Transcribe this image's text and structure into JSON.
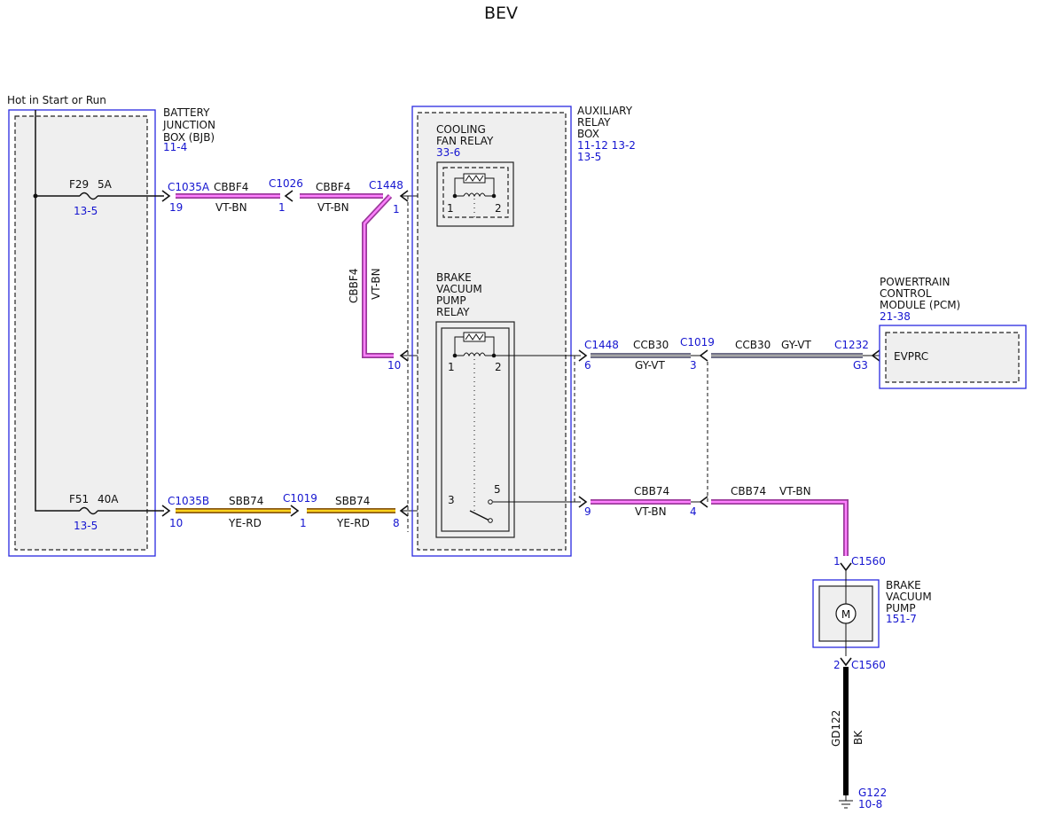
{
  "title": "BEV",
  "hot_label": "Hot in Start or Run",
  "modules": {
    "bjb": {
      "name_lines": [
        "BATTERY",
        "JUNCTION",
        "BOX (BJB)"
      ],
      "ref": "11-4"
    },
    "aux": {
      "name_lines": [
        "AUXILIARY",
        "RELAY",
        "BOX"
      ],
      "ref_line1": "11-12  13-2",
      "ref_line2": "13-5"
    },
    "pcm": {
      "name_lines": [
        "POWERTRAIN",
        "CONTROL",
        "MODULE (PCM)"
      ],
      "ref": "21-38",
      "pin_label": "EVPRC"
    },
    "pump": {
      "name_lines": [
        "BRAKE",
        "VACUUM",
        "PUMP"
      ],
      "ref": "151-7",
      "motor_symbol": "M"
    }
  },
  "relays": {
    "cooling": {
      "name_lines": [
        "COOLING",
        "FAN RELAY"
      ],
      "ref": "33-6",
      "pin1": "1",
      "pin2": "2"
    },
    "bvp": {
      "name_lines": [
        "BRAKE",
        "VACUUM",
        "PUMP",
        "RELAY"
      ],
      "pin1": "1",
      "pin2": "2",
      "pin3": "3",
      "pin5": "5"
    }
  },
  "fuses": {
    "f29": {
      "name": "F29",
      "rating": "5A",
      "ref": "13-5"
    },
    "f51": {
      "name": "F51",
      "rating": "40A",
      "ref": "13-5"
    }
  },
  "connectors": {
    "c1035a": {
      "name": "C1035A",
      "pin": "19"
    },
    "c1026": {
      "name": "C1026",
      "pin": "1"
    },
    "c1448_top": {
      "name": "C1448",
      "pin": "1"
    },
    "c1448_mid_pin": "10",
    "c1035b": {
      "name": "C1035B",
      "pin": "10"
    },
    "c1019_bot": {
      "name": "C1019",
      "pin": "1"
    },
    "c1448_bot_pin": "8",
    "c1448_right": {
      "name": "C1448",
      "pin": "6"
    },
    "c1448_right_bot_pin": "9",
    "c1019_right": {
      "name": "C1019",
      "pin": "3"
    },
    "c1019_right_bot_pin": "4",
    "c1232": {
      "name": "C1232",
      "pin": "G3"
    },
    "c1560_top": {
      "name": "C1560",
      "pin": "1"
    },
    "c1560_bot": {
      "name": "C1560",
      "pin": "2"
    },
    "g122": {
      "name": "G122",
      "ref": "10-8"
    }
  },
  "wires": {
    "w1": {
      "circuit": "CBBF4",
      "color": "VT-BN"
    },
    "w2": {
      "circuit": "CBBF4",
      "color": "VT-BN"
    },
    "w3": {
      "circuit": "CBBF4",
      "color": "VT-BN"
    },
    "w4": {
      "circuit": "SBB74",
      "color": "YE-RD"
    },
    "w5": {
      "circuit": "SBB74",
      "color": "YE-RD"
    },
    "w6": {
      "circuit": "CCB30",
      "color": "GY-VT"
    },
    "w7": {
      "circuit": "CCB30",
      "color": "GY-VT"
    },
    "w8": {
      "circuit": "CBB74",
      "color": "VT-BN"
    },
    "w9": {
      "circuit": "CBB74",
      "color": "VT-BN"
    },
    "w10": {
      "circuit": "GD122",
      "color": "BK"
    }
  },
  "colors": {
    "module_border": "#2a2ae0",
    "ref_text": "#1515d0",
    "wire_vt_bn": "#ff80ff",
    "wire_gy_vt": "#a5a5a5",
    "wire_ye_rd": "#ffd21a",
    "wire_bk": "#000000"
  }
}
